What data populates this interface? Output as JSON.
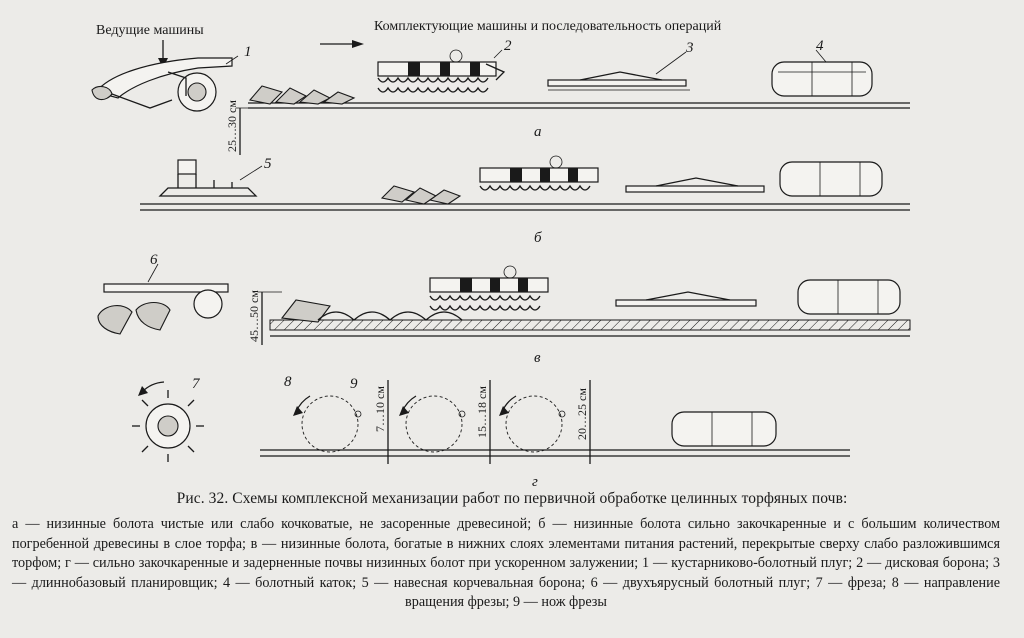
{
  "header": {
    "leading": "Ведущие машины",
    "completing": "Комплектующие машины и последовательность операций"
  },
  "numbers": [
    "1",
    "2",
    "3",
    "4",
    "5",
    "6",
    "7",
    "8",
    "9"
  ],
  "rows": [
    "а",
    "б",
    "в",
    "г"
  ],
  "depths": {
    "a": "25…30 см",
    "v": "45…50 см",
    "g1": "7…10 см",
    "g2": "15…18 см",
    "g3": "20…25 см"
  },
  "caption": "Рис. 32. Схемы комплексной механизации работ по первичной обработке целинных торфяных почв:",
  "legend": "а — низинные болота чистые или слабо кочковатые, не засоренные древесиной; б — низинные болота сильно закочкаренные и с большим количеством погребенной древесины в слое торфа; в — низинные болота, богатые в нижних слоях элементами питания растений, перекрытые сверху слабо разложившимся торфом; г — сильно закочкаренные и задерненные почвы низинных болот при ускоренном залужении; 1 — кустарниково-болотный плуг; 2 — дисковая борона; 3 — длиннобазовый планировщик; 4 — болотный каток; 5 — навесная корчевальная борона; 6 — двухъярусный болотный плуг; 7 — фреза; 8 — направление вращения фрезы; 9 — нож фрезы"
}
